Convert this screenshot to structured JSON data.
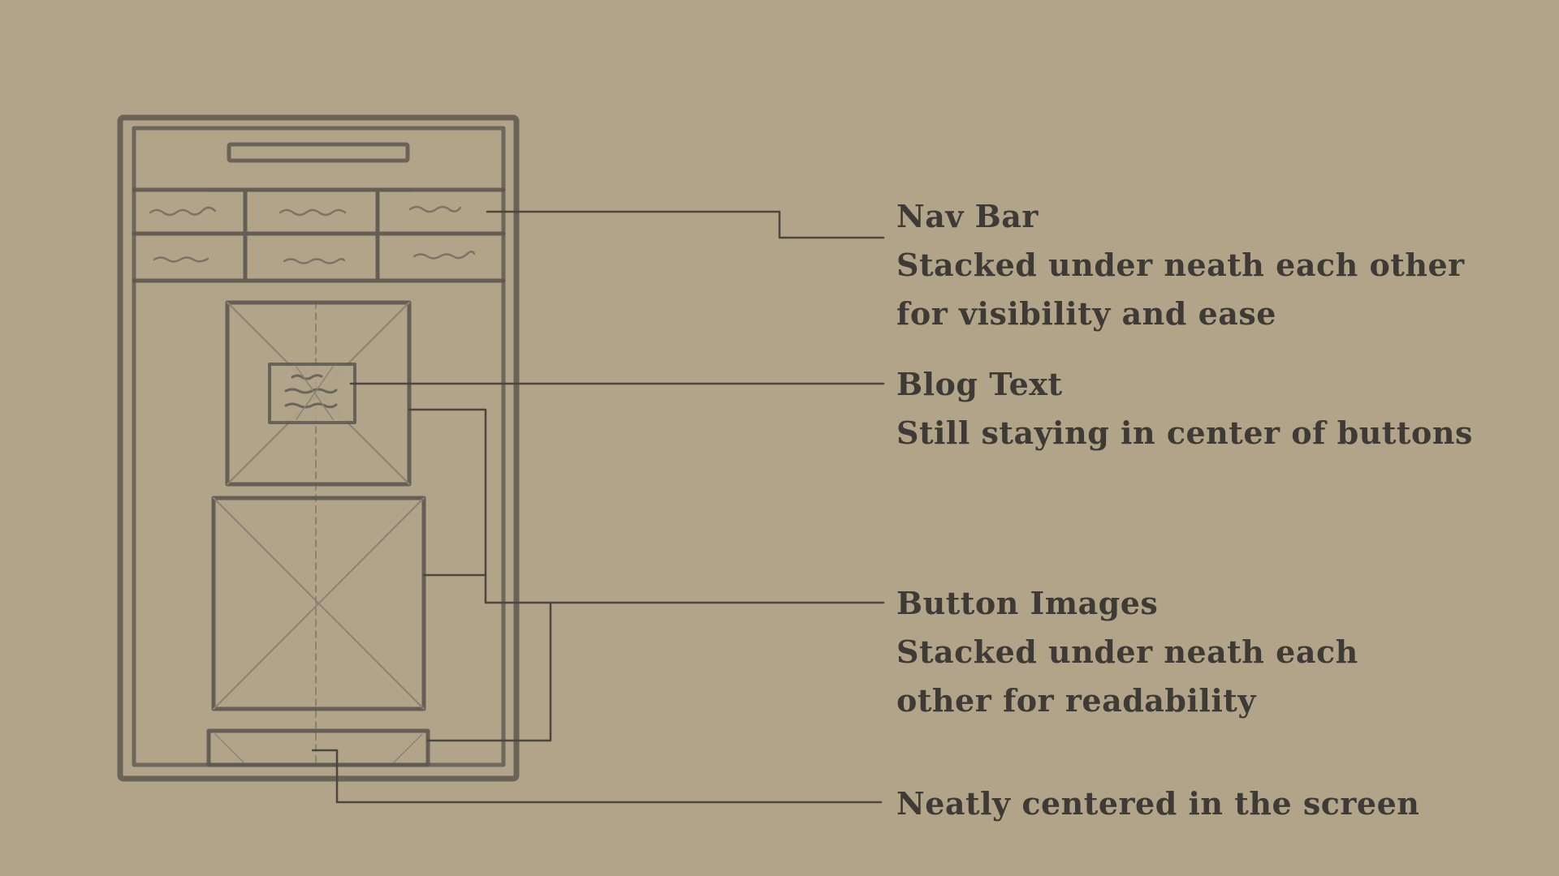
{
  "colors": {
    "background": "#b2a488",
    "pencil": "#5c5850",
    "pencil_light": "#8a8374",
    "text": "#3e3b36"
  },
  "annotations": {
    "nav_bar": {
      "title": "Nav Bar",
      "lines": [
        "Stacked under neath each other",
        "for visibility and ease"
      ]
    },
    "blog_text": {
      "title": "Blog Text",
      "lines": [
        "Still staying in center of buttons"
      ]
    },
    "button_images": {
      "title": "Button Images",
      "lines": [
        "Stacked under neath each",
        "other for readability"
      ]
    },
    "footer": {
      "title": "Neatly centered in the screen"
    }
  }
}
